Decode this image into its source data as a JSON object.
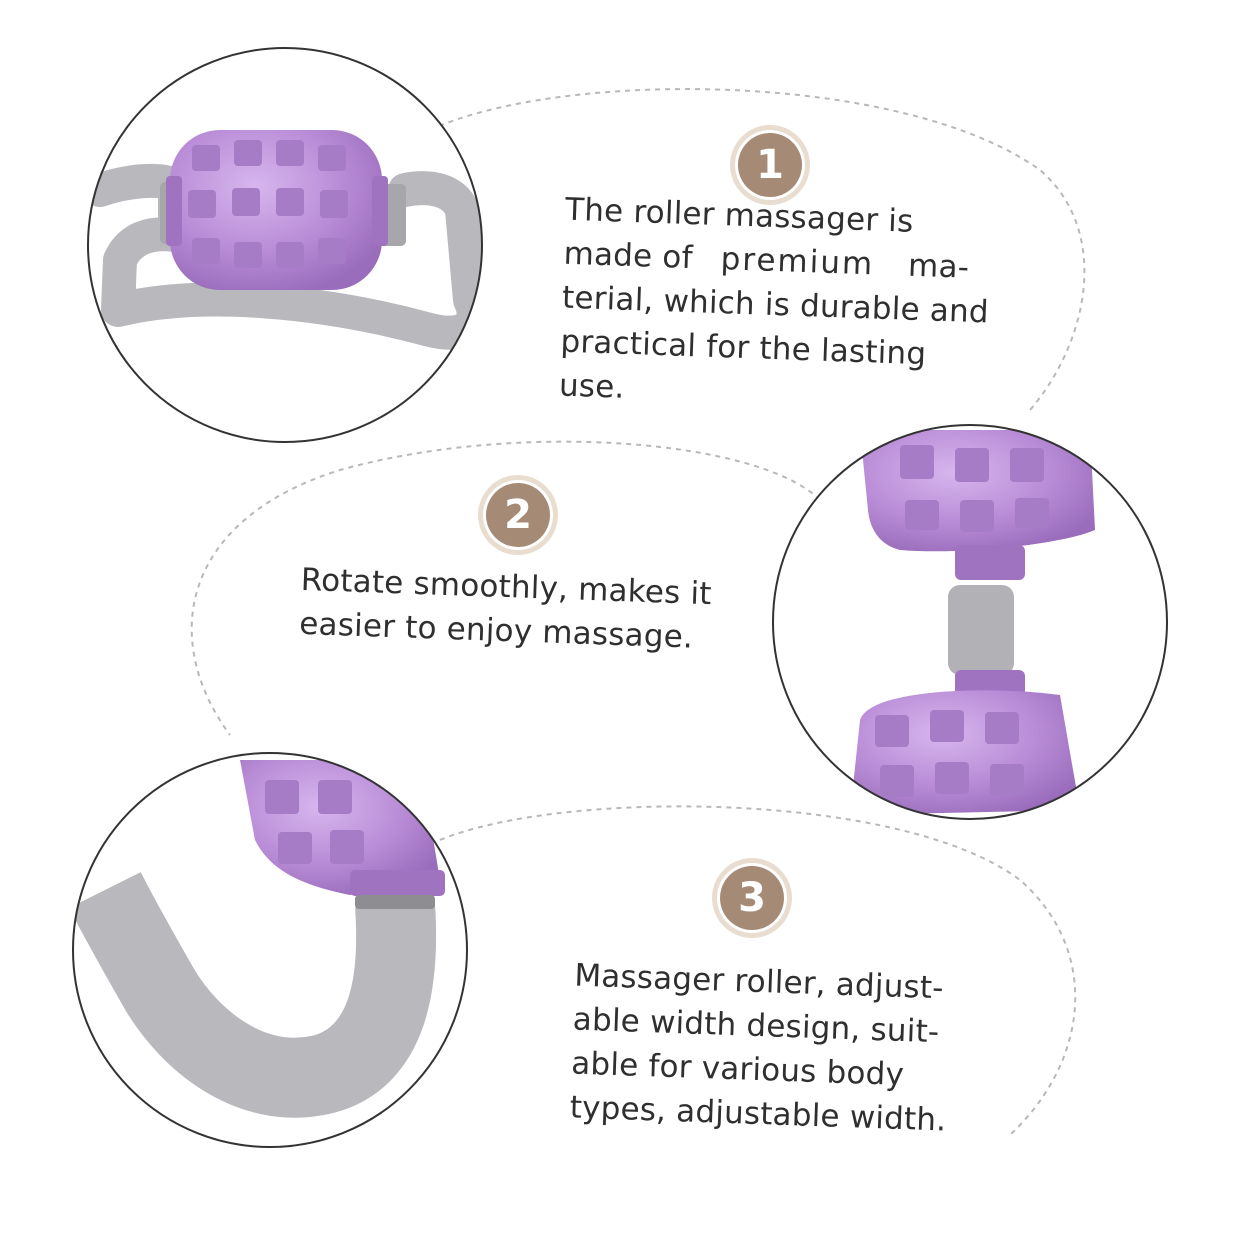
{
  "features": [
    {
      "number": "1",
      "lines": [
        "The roller massager is",
        "made of",
        "premium",
        "ma-",
        "terial, which is durable and",
        "practical for the lasting",
        "use."
      ]
    },
    {
      "number": "2",
      "lines": [
        "Rotate smoothly, makes it",
        "easier to enjoy massage."
      ]
    },
    {
      "number": "3",
      "lines": [
        "Massager roller, adjust-",
        "able width design, suit-",
        "able for various body",
        "types, adjustable width."
      ]
    }
  ],
  "colors": {
    "badge": "#a58b76",
    "roller_purple": "#b48ad2",
    "handle_gray": "#b9b9bd",
    "circle_border": "#3a3a3a",
    "dashed_line": "#bdbdbd"
  }
}
